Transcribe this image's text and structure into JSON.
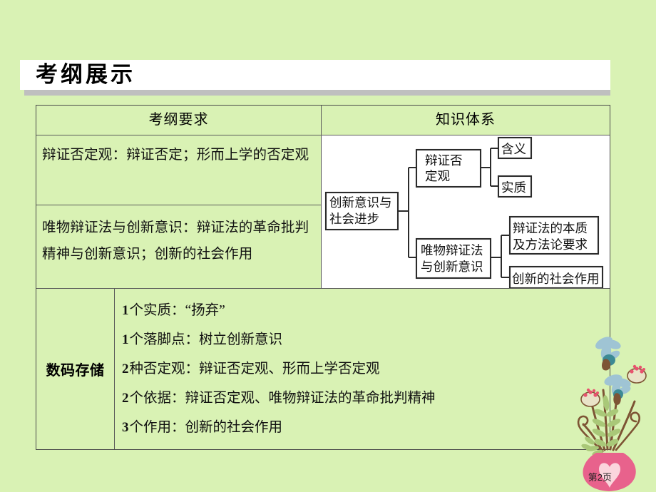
{
  "page": {
    "title": "考纲展示",
    "page_label": "第2页",
    "background_color": "#d9f2b4",
    "banner_color": "#ffffff",
    "banner_shadow_color": "#bfbfbf"
  },
  "table": {
    "headers": {
      "left": "考纲要求",
      "right": "知识体系"
    },
    "requirements": [
      "辩证否定观：辩证否定；形而上学的否定观",
      "唯物辩证法与创新意识：辩证法的革命批判精神与创新意识；创新的社会作用"
    ],
    "storage": {
      "label": "数码存储",
      "items": [
        {
          "num": "1",
          "text": "个实质：“扬弃”"
        },
        {
          "num": "1",
          "text": "个落脚点：树立创新意识"
        },
        {
          "num": "2",
          "text": "种否定观：辩证否定观、形而上学否定观"
        },
        {
          "num": "2",
          "text": "个依据：辩证否定观、唯物辩证法的革命批判精神"
        },
        {
          "num": "3",
          "text": "个作用：创新的社会作用"
        }
      ]
    }
  },
  "diagram": {
    "type": "tree",
    "root": "创新意识与\n社会进步",
    "nodes": {
      "root": "创新意识与社会进步",
      "branch1": "辩证否定观",
      "branch1_line1": "辩证否",
      "branch1_line2": "定观",
      "branch1_leaf1": "含义",
      "branch1_leaf2": "实质",
      "branch2": "唯物辩证法与创新意识",
      "branch2_line1": "唯物辩证法",
      "branch2_line2": "与创新意识",
      "branch2_leaf1_line1": "辩证法的本质",
      "branch2_leaf1_line2": "及方法论要求",
      "branch2_leaf2": "创新的社会作用"
    }
  },
  "decoration": {
    "vase_color": "#e8628c",
    "heart_color": "#fbd5dd",
    "stem_color": "#7d5434",
    "leaf_color": "#a9c878",
    "blue_flower_color": "#9fc4d4",
    "pink_flower_color": "#e8748c"
  }
}
